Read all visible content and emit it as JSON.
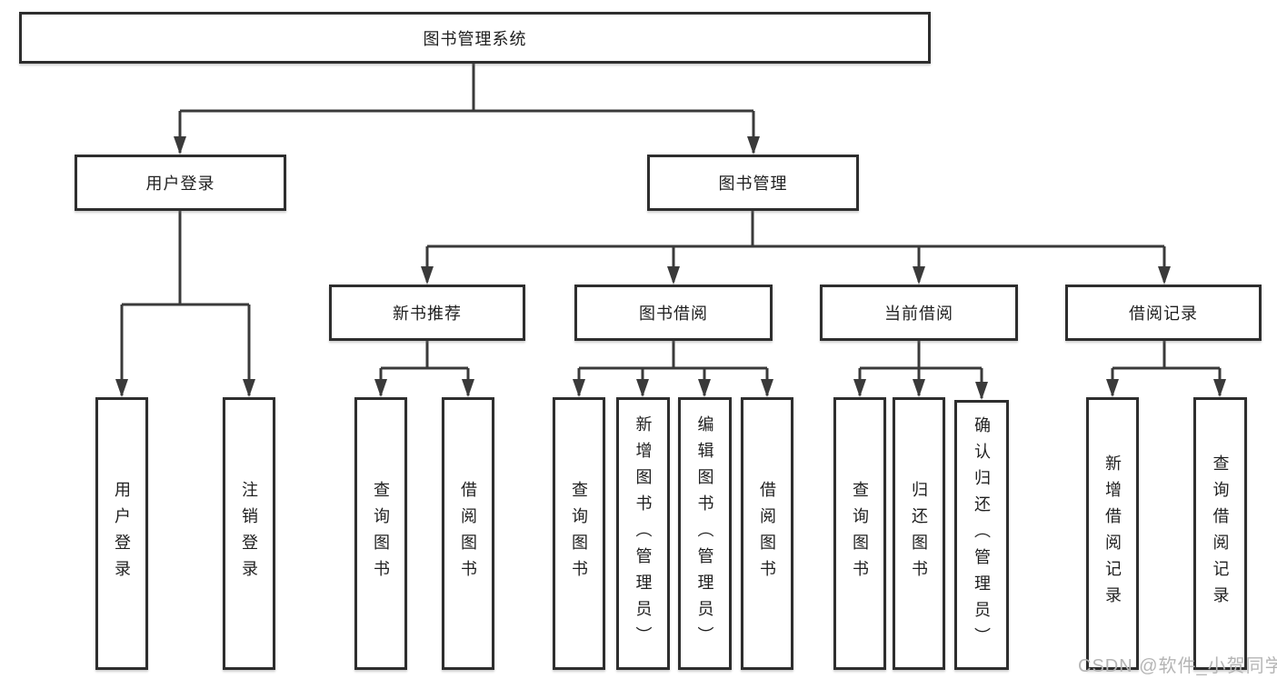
{
  "diagram": {
    "root": {
      "label": "图书管理系统"
    },
    "level2": [
      {
        "label": "用户登录"
      },
      {
        "label": "图书管理"
      }
    ],
    "level3": [
      {
        "label": "新书推荐"
      },
      {
        "label": "图书借阅"
      },
      {
        "label": "当前借阅"
      },
      {
        "label": "借阅记录"
      }
    ],
    "leaves": {
      "user_login": [
        "用户登录",
        "注销登录"
      ],
      "new_book_recommend": [
        "查询图书",
        "借阅图书"
      ],
      "book_borrowing": [
        "查询图书",
        "新增图书（管理员）",
        "编辑图书（管理员）",
        "借阅图书"
      ],
      "current_borrowing": [
        "查询图书",
        "归还图书",
        "确认归还（管理员）"
      ],
      "borrowing_records": [
        "新增借阅记录",
        "查询借阅记录"
      ]
    },
    "watermark": "CSDN @软件_小贺同学",
    "colors": {
      "line": "#3a3a3a",
      "border": "#2e2e2e",
      "text": "#1f1f1f",
      "watermark": "#b5b5b5",
      "background": "#ffffff"
    }
  }
}
